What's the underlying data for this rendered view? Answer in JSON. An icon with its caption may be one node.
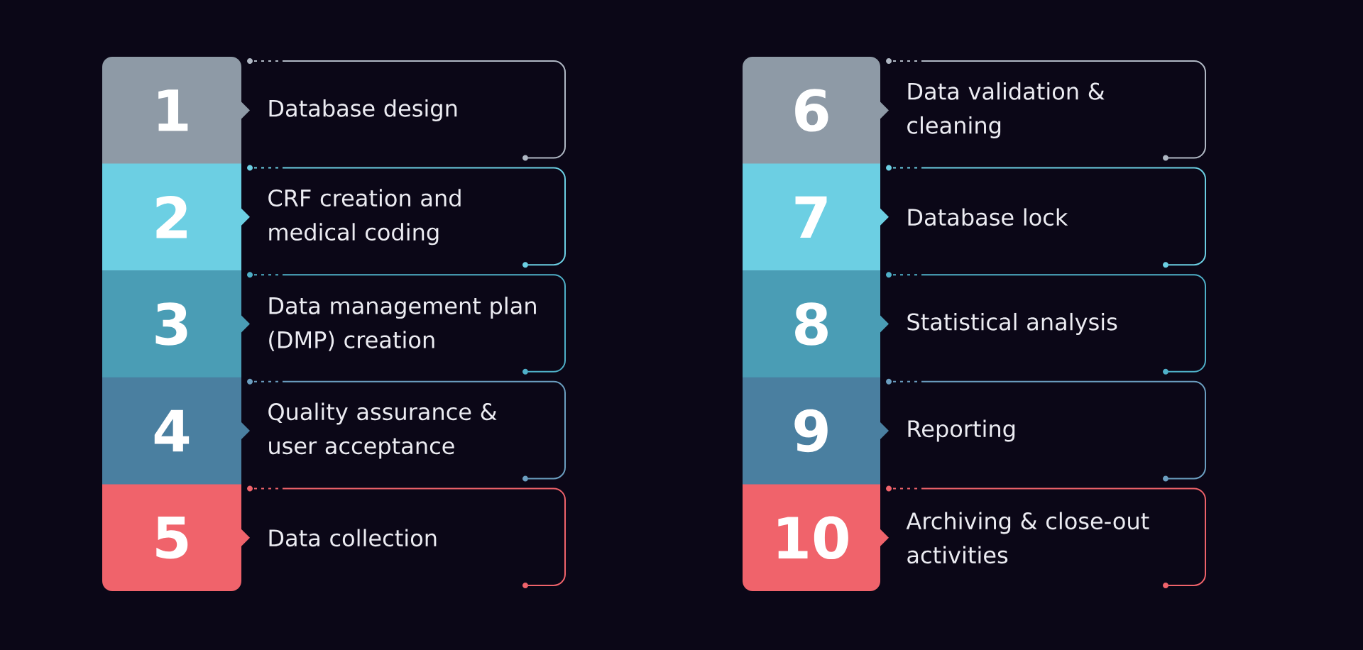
{
  "diagram": {
    "nodes": [
      {
        "text": [
          "1",
          "Database design"
        ]
      },
      {
        "text": [
          "2",
          "CRF creation and medical coding"
        ]
      },
      {
        "text": [
          "3",
          "Data management plan (DMP) creation"
        ]
      },
      {
        "text": [
          "4",
          "Quality assurance & user acceptance"
        ]
      },
      {
        "text": [
          "5",
          "Data collection"
        ]
      },
      {
        "text": [
          "6",
          "Data validation & cleaning"
        ]
      },
      {
        "text": [
          "7",
          "Database lock"
        ]
      },
      {
        "text": [
          "8",
          "Statistical analysis"
        ]
      },
      {
        "text": [
          "9",
          "Reporting"
        ]
      },
      {
        "text": [
          "10",
          "Archiving & close-out activities"
        ]
      }
    ]
  }
}
